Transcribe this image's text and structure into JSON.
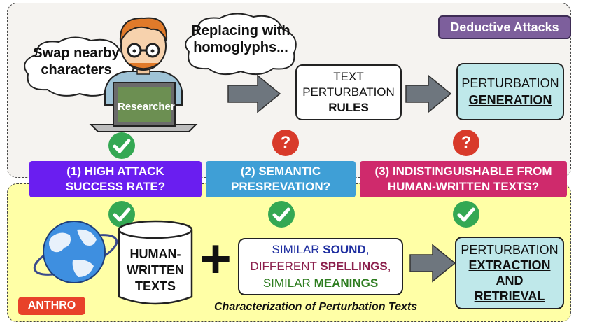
{
  "tags": {
    "deductive": "Deductive Attacks",
    "anthro": "ANTHRO"
  },
  "bubbles": {
    "left": [
      "Swap nearby",
      "characters"
    ],
    "right": [
      "Replacing with",
      "homoglyphs..."
    ]
  },
  "researcher_label": "Researcher",
  "rules_box": {
    "lines": [
      "TEXT",
      "PERTURBATION",
      "RULES"
    ]
  },
  "generation_box": {
    "lines": [
      "PERTURBATION",
      "GENERATION"
    ]
  },
  "criteria": [
    {
      "lines": [
        "(1)   HIGH ATTACK",
        "SUCCESS RATE?"
      ],
      "color": "#6a1ef0"
    },
    {
      "lines": [
        "(2)   SEMANTIC",
        "PRESREVATION?"
      ],
      "color": "#3f9fd6"
    },
    {
      "lines": [
        "(3)   INDISTINGUISHABLE FROM",
        "HUMAN-WRITTEN TEXTS?"
      ],
      "color": "#cf2a6c"
    }
  ],
  "top_status": [
    "check",
    "question",
    "question"
  ],
  "question_mark": "?",
  "db_label": [
    "HUMAN-",
    "WRITTEN",
    "TEXTS"
  ],
  "plus": "+",
  "similar_box": {
    "line1": {
      "prefix": "SIMILAR ",
      "emph": "SOUND",
      "suffix": ","
    },
    "line2": {
      "prefix": "DIFFERENT ",
      "emph": "SPELLINGS",
      "suffix": ","
    },
    "line3": {
      "prefix": "SIMILAR ",
      "emph": "MEANINGS",
      "suffix": ""
    }
  },
  "extraction_box": {
    "lines": [
      "PERTURBATION",
      "EXTRACTION",
      "AND",
      "RETRIEVAL"
    ]
  },
  "caption": "Characterization of Perturbation Texts",
  "colors": {
    "check": "#34a853",
    "question": "#d83a2a",
    "sound": "#1e2ea0",
    "spellings": "#8b1f4c",
    "meanings": "#2e7d20"
  }
}
